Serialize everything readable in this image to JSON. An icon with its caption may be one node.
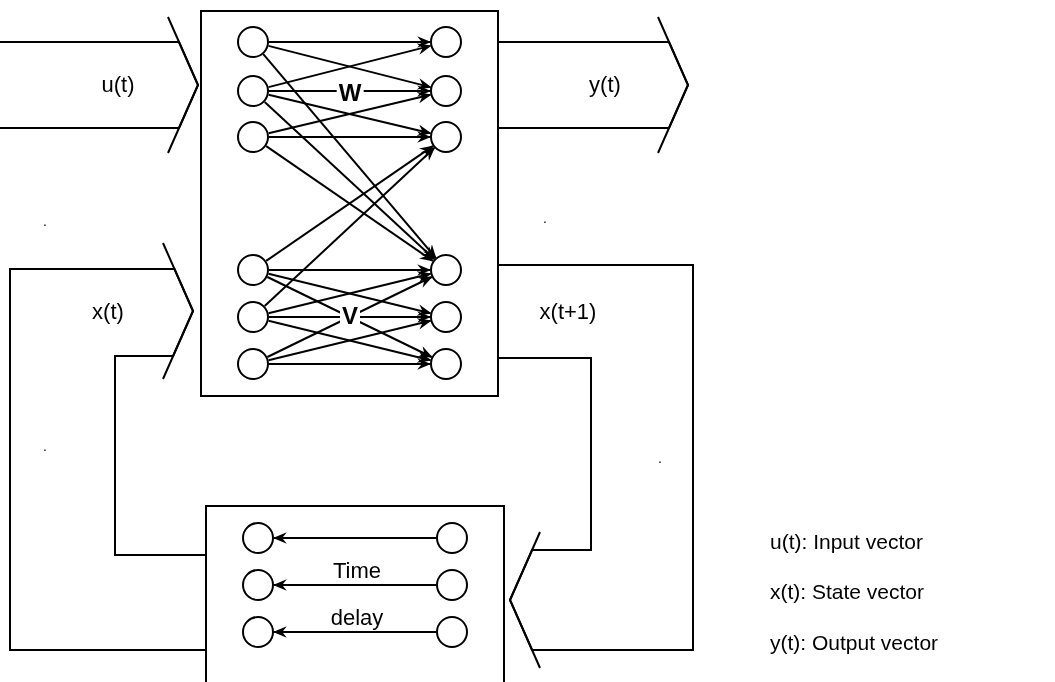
{
  "diagram": {
    "nodes": [
      {
        "text": [],
        "shape": "box"
      },
      {
        "text": [],
        "shape": "circle",
        "in": 0
      },
      {
        "text": [],
        "shape": "circle",
        "in": 0
      },
      {
        "text": [],
        "shape": "circle",
        "in": 0
      },
      {
        "text": [],
        "shape": "circle",
        "in": 0
      },
      {
        "text": [],
        "shape": "circle",
        "in": 0
      },
      {
        "text": [],
        "shape": "circle",
        "in": 0
      },
      {
        "text": [],
        "shape": "circle",
        "in": 0
      },
      {
        "text": [],
        "shape": "circle",
        "in": 0
      },
      {
        "text": [],
        "shape": "circle",
        "in": 0
      },
      {
        "text": [],
        "shape": "circle",
        "in": 0
      },
      {
        "text": [],
        "shape": "circle",
        "in": 0
      },
      {
        "text": [],
        "shape": "circle",
        "in": 0
      },
      {
        "text": [
          "Time delay"
        ]
      },
      {
        "text": [],
        "shape": "circle",
        "in": 13
      },
      {
        "text": [],
        "shape": "circle",
        "in": 13
      },
      {
        "text": [],
        "shape": "circle",
        "in": 13
      },
      {
        "text": [],
        "shape": "circle",
        "in": 13
      },
      {
        "text": [],
        "shape": "circle",
        "in": 13
      },
      {
        "text": [],
        "shape": "circle",
        "in": 13
      }
    ],
    "edges": [
      {
        "from": null,
        "to": 0,
        "label": "u(t)",
        "arrow": "to"
      },
      {
        "from": 0,
        "to": null,
        "label": "y(t)",
        "arrow": "to"
      },
      {
        "from": 13,
        "to": 0,
        "label": "x(t)",
        "arrow": "to"
      },
      {
        "from": 0,
        "to": 13,
        "label": "x(t+1)",
        "arrow": "to"
      },
      {
        "from": 1,
        "to": 7,
        "arrow": "to"
      },
      {
        "from": 1,
        "to": 8,
        "arrow": "to"
      },
      {
        "from": 2,
        "to": 7,
        "arrow": "to"
      },
      {
        "from": 2,
        "to": 8,
        "arrow": "to"
      },
      {
        "from": 2,
        "to": 9,
        "arrow": "to"
      },
      {
        "from": 3,
        "to": 8,
        "arrow": "to"
      },
      {
        "from": 3,
        "to": 9,
        "arrow": "to"
      },
      {
        "from": 1,
        "to": 10,
        "arrow": "to"
      },
      {
        "from": 2,
        "to": 10,
        "arrow": "to"
      },
      {
        "from": 3,
        "to": 10,
        "arrow": "to"
      },
      {
        "from": 4,
        "to": 9,
        "arrow": "to"
      },
      {
        "from": 5,
        "to": 9,
        "arrow": "to"
      },
      {
        "from": 4,
        "to": 10,
        "arrow": "to"
      },
      {
        "from": 4,
        "to": 11,
        "arrow": "to"
      },
      {
        "from": 4,
        "to": 12,
        "arrow": "to"
      },
      {
        "from": 5,
        "to": 10,
        "arrow": "to"
      },
      {
        "from": 5,
        "to": 11,
        "arrow": "to"
      },
      {
        "from": 5,
        "to": 12,
        "arrow": "to"
      },
      {
        "from": 6,
        "to": 10,
        "arrow": "to"
      },
      {
        "from": 6,
        "to": 11,
        "arrow": "to"
      },
      {
        "from": 6,
        "to": 12,
        "arrow": "to"
      },
      {
        "from": 17,
        "to": 14,
        "arrow": "to"
      },
      {
        "from": 18,
        "to": 15,
        "arrow": "to"
      },
      {
        "from": 19,
        "to": 16,
        "arrow": "to"
      }
    ],
    "labels": [
      "W",
      ".",
      ".",
      "V",
      ".",
      ".",
      "u(t): Input vector",
      "x(t): State vector",
      "y(t): Output vector"
    ]
  }
}
